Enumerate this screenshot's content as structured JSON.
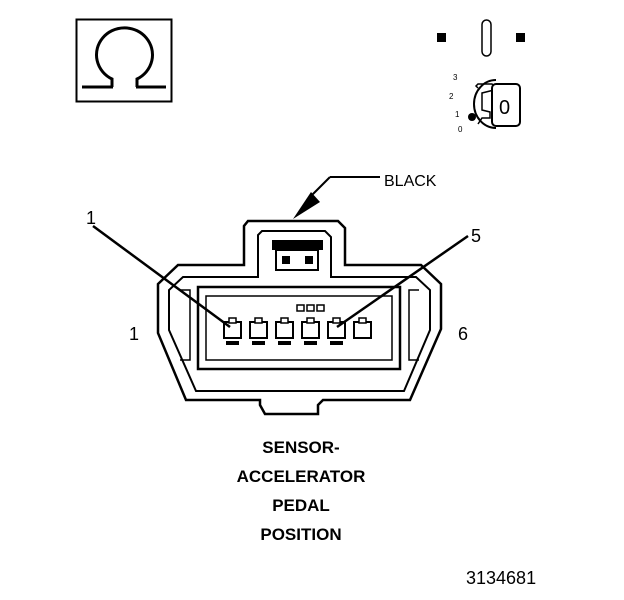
{
  "symbol": {
    "icon": "ohm-symbol-icon",
    "key_switch_icon": "ignition-key-icon",
    "key_positions": [
      "3",
      "2",
      "1",
      "0"
    ],
    "key_letter": "0"
  },
  "connector": {
    "color_label": "BLACK",
    "pin_callout_left": "1",
    "pin_callout_right": "5",
    "side_label_left": "1",
    "side_label_right": "6"
  },
  "caption": {
    "lines": [
      "SENSOR-",
      "ACCELERATOR",
      "PEDAL",
      "POSITION"
    ]
  },
  "figure_number": "3134681"
}
